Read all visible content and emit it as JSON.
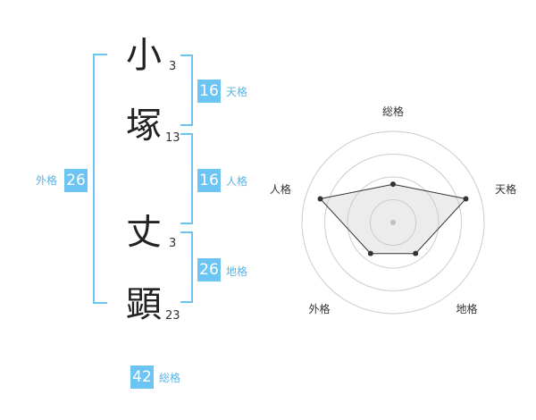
{
  "name_chars": [
    {
      "char": "小",
      "strokes": "3"
    },
    {
      "char": "塚",
      "strokes": "13"
    },
    {
      "char": "丈",
      "strokes": "3"
    },
    {
      "char": "顕",
      "strokes": "23"
    }
  ],
  "kaku": {
    "tenkaku": {
      "value": "16",
      "label": "天格"
    },
    "jinkaku": {
      "value": "16",
      "label": "人格"
    },
    "chikaku": {
      "value": "26",
      "label": "地格"
    },
    "gaikaku": {
      "value": "26",
      "label": "外格"
    },
    "soukaku": {
      "value": "42",
      "label": "総格"
    }
  },
  "colors": {
    "accent": "#6cc4f2",
    "accent_text": "#57b4e6"
  },
  "chart_data": {
    "type": "radar",
    "axes": [
      "総格",
      "天格",
      "地格",
      "外格",
      "人格"
    ],
    "values": [
      0.42,
      0.84,
      0.42,
      0.42,
      0.84
    ],
    "rings": 4,
    "range": [
      0,
      1
    ]
  }
}
